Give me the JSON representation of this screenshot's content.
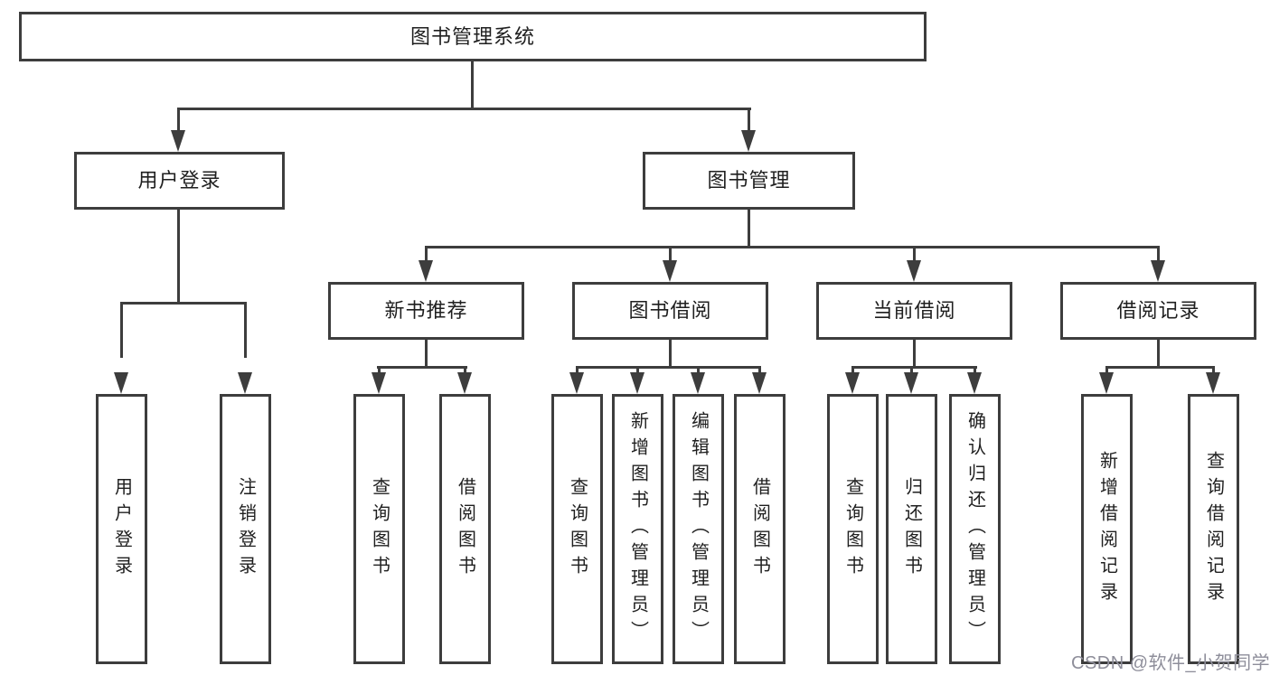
{
  "colors": {
    "line": "#3d3d3d",
    "text": "#1f1f1f",
    "background": "#ffffff",
    "watermark_color": "#8e8e9a"
  },
  "tree": {
    "root": "图书管理系统",
    "branches": [
      {
        "label": "用户登录",
        "children": [
          "用户登录",
          "注销登录"
        ]
      },
      {
        "label": "图书管理",
        "children": [
          {
            "label": "新书推荐",
            "children": [
              "查询图书",
              "借阅图书"
            ]
          },
          {
            "label": "图书借阅",
            "children": [
              "查询图书",
              "新增图书（管理员）",
              "编辑图书（管理员）",
              "借阅图书"
            ]
          },
          {
            "label": "当前借阅",
            "children": [
              "查询图书",
              "归还图书",
              "确认归还（管理员）"
            ]
          },
          {
            "label": "借阅记录",
            "children": [
              "新增借阅记录",
              "查询借阅记录"
            ]
          }
        ]
      }
    ]
  },
  "watermark": {
    "text": "CSDN @软件_小贺同学"
  }
}
